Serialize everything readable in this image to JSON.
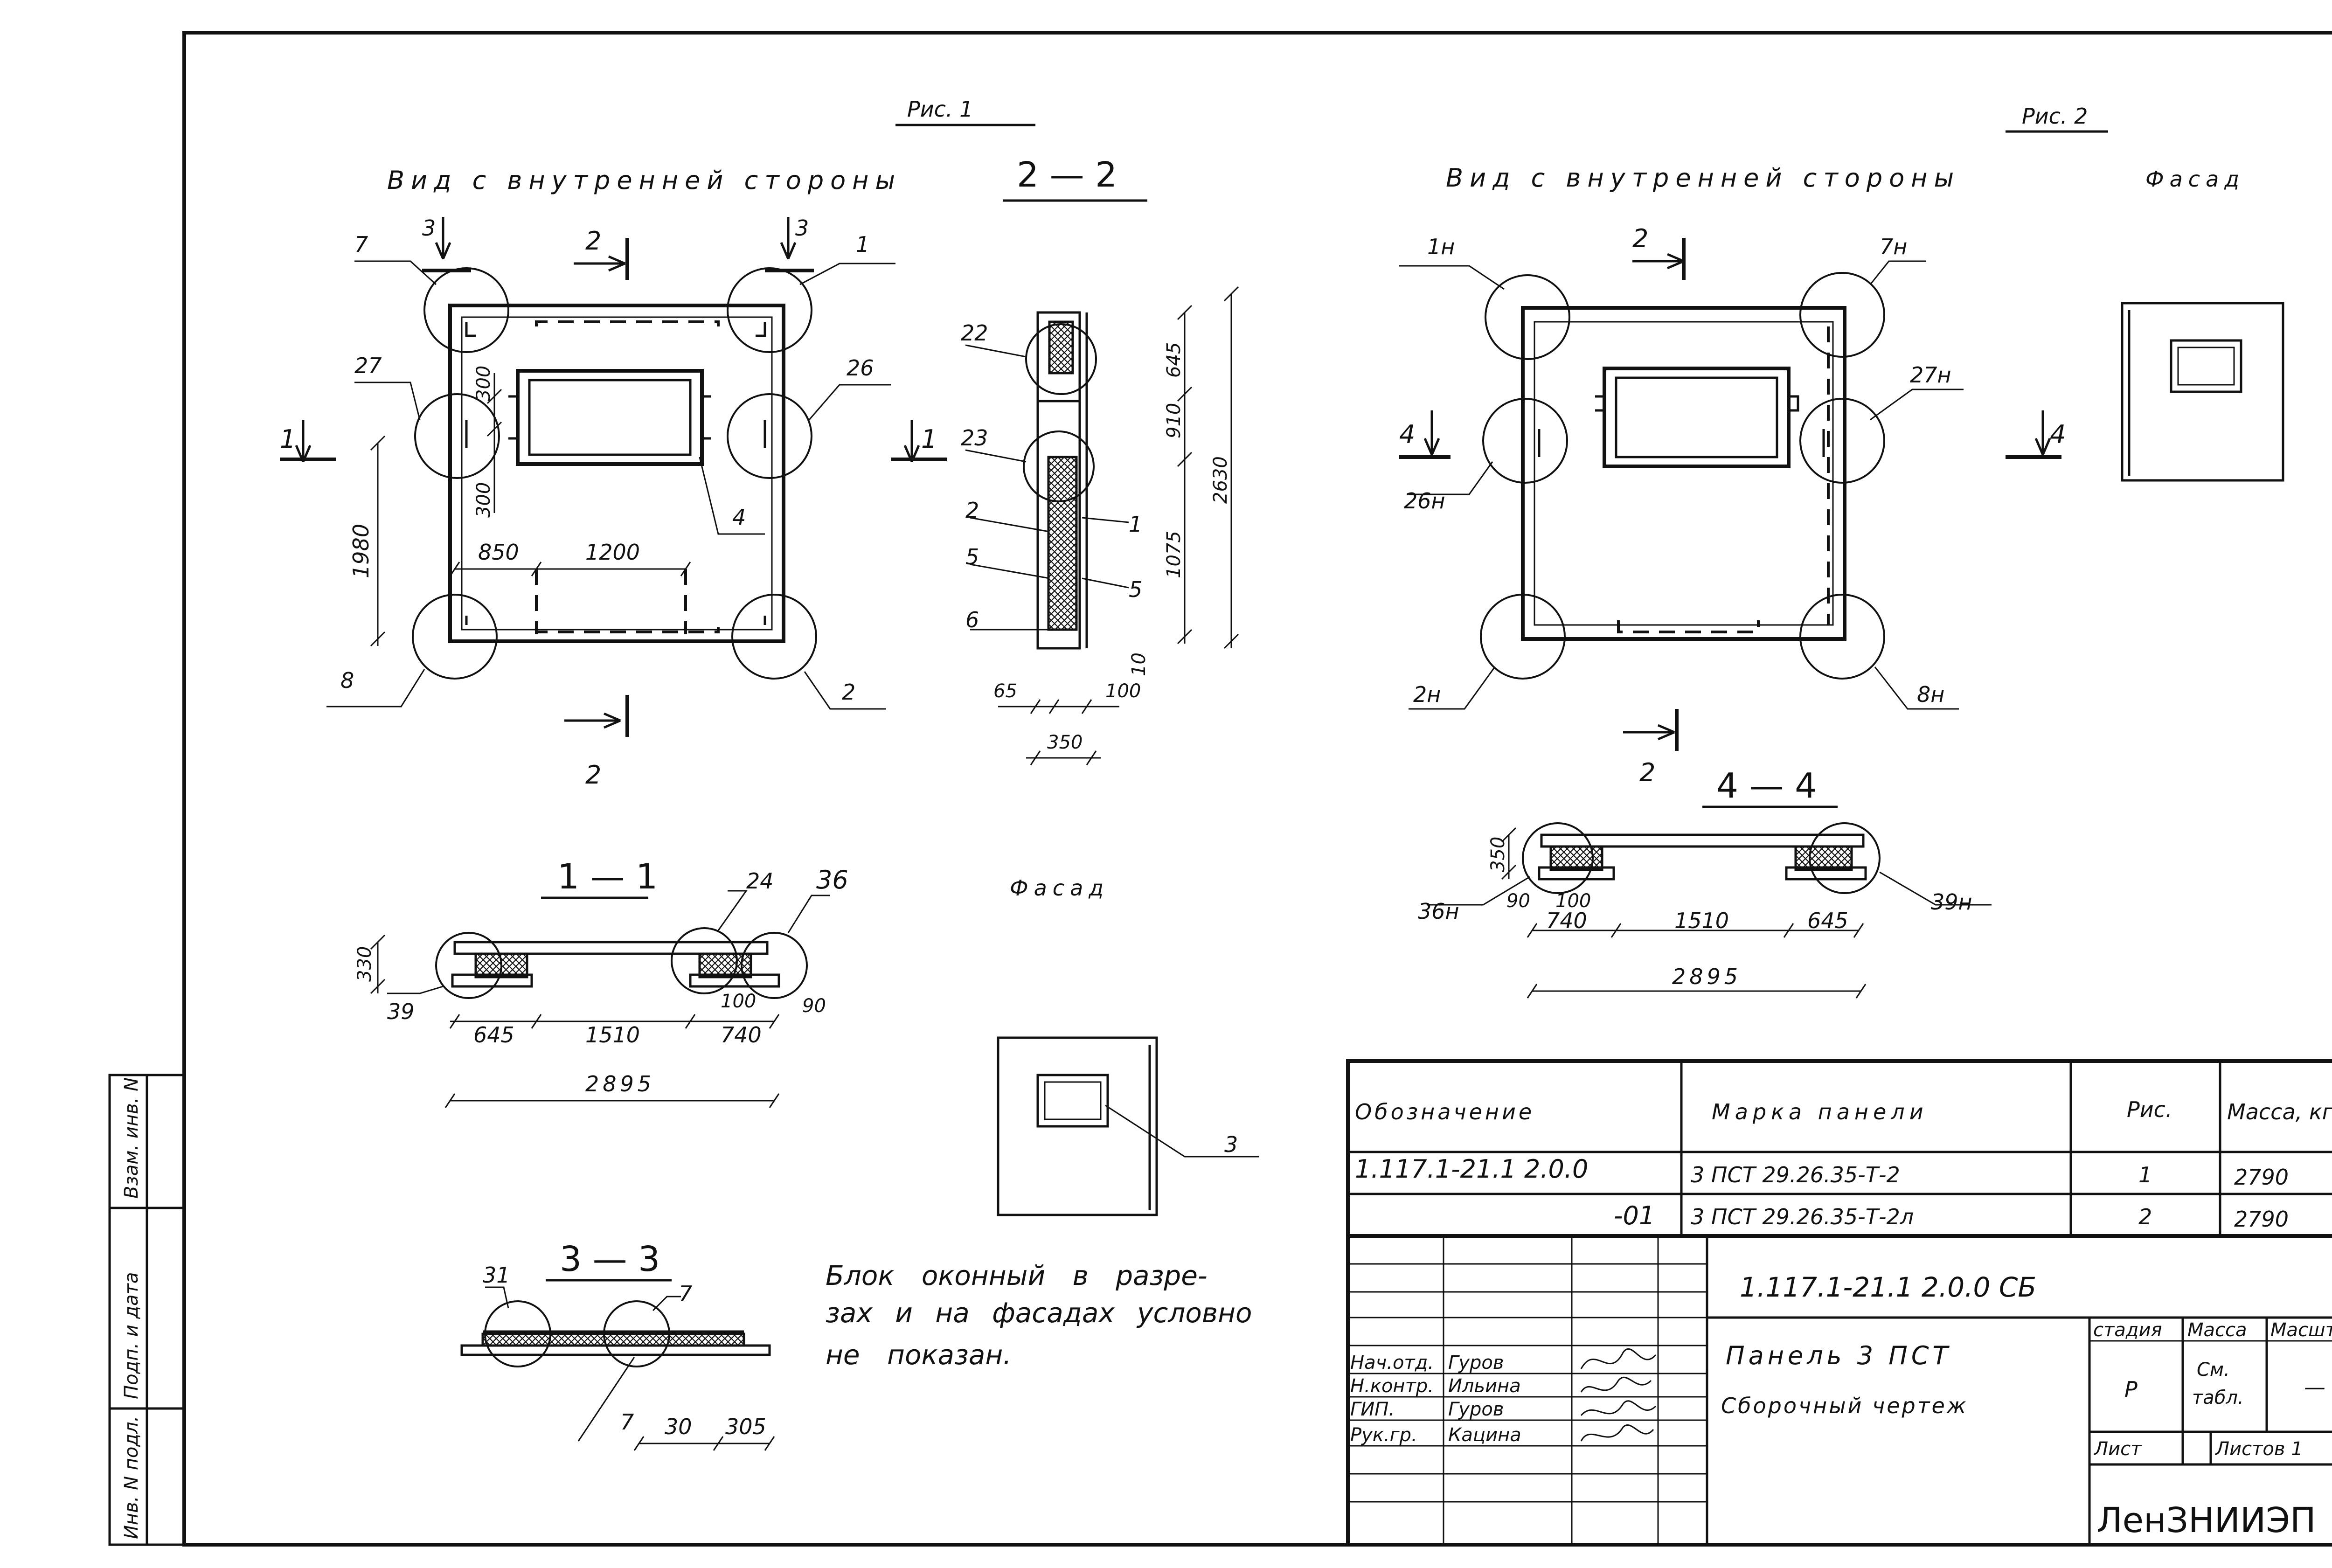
{
  "fig1": {
    "caption": "Рис. 1",
    "view_title": "Вид с внутренней стороны",
    "section_22_title": "2 — 2",
    "callouts": {
      "c7": "7",
      "c1": "1",
      "c27": "27",
      "c26": "26",
      "c8": "8",
      "c2": "2",
      "c4": "4"
    },
    "cut_marks": {
      "m3l": "3",
      "m3r": "3",
      "m2top": "2",
      "m2bot": "2",
      "m1l": "1",
      "m1r": "1"
    },
    "dims": {
      "d300a": "300",
      "d300b": "300",
      "d1980": "1980",
      "d850": "850",
      "d1200": "1200"
    },
    "section_callouts": {
      "c22": "22",
      "c23": "23",
      "c2": "2",
      "c5a": "5",
      "c6": "6",
      "c1": "1",
      "c5b": "5"
    },
    "section_dims": {
      "d645": "645",
      "d910": "910",
      "d1075": "1075",
      "d2630": "2630",
      "d10": "10",
      "d65": "65",
      "d100": "100",
      "d350": "350"
    },
    "facade_label": "Фасад",
    "facade_callout": "3"
  },
  "section_11": {
    "title": "1 — 1",
    "callouts": {
      "c24": "24",
      "c36": "36",
      "c39": "39"
    },
    "dims": {
      "d330": "330",
      "d100": "100",
      "d90": "90",
      "d645": "645",
      "d1510": "1510",
      "d740": "740",
      "d2895": "2895"
    }
  },
  "section_33": {
    "title": "3 — 3",
    "callouts": {
      "c31": "31",
      "c7a": "7",
      "c7b": "7"
    },
    "dims": {
      "d30": "30",
      "d305": "305"
    }
  },
  "note": {
    "line1": "Блок оконный в разре-",
    "line2": "зах и на фасадах условно",
    "line3": "не показан."
  },
  "fig2": {
    "caption": "Рис. 2",
    "view_title": "Вид с внутренней стороны",
    "facade_label": "Фасад",
    "callouts": {
      "c1n": "1н",
      "c7n": "7н",
      "c27n": "27н",
      "c26n": "26н",
      "c2n": "2н",
      "c8n": "8н"
    },
    "cut_marks": {
      "m2top": "2",
      "m2bot": "2",
      "m4l": "4",
      "m4r": "4"
    }
  },
  "section_44": {
    "title": "4 — 4",
    "callouts": {
      "c36n": "36н",
      "c39n": "39н"
    },
    "dims": {
      "d350": "350",
      "d90": "90",
      "d100": "100",
      "d740": "740",
      "d1510": "1510",
      "d645": "645",
      "d2895": "2895"
    }
  },
  "spec_table": {
    "headers": {
      "designation": "Обозначение",
      "mark": "Марка панели",
      "fig": "Рис.",
      "mass": "Масса, кг"
    },
    "rows": [
      {
        "designation": "1.117.1-21.1  2.0.0",
        "mark": "3 ПСТ 29.26.35-Т-2",
        "fig": "1",
        "mass": "2790"
      },
      {
        "designation": "-01",
        "mark": "3 ПСТ 29.26.35-Т-2л",
        "fig": "2",
        "mass": "2790"
      }
    ]
  },
  "title_block": {
    "code": "1.117.1-21.1  2.0.0 СБ",
    "name_line1": "Панель   3 ПСТ",
    "name_line2": "Сборочный   чертеж",
    "stage_header": "стадия",
    "mass_header": "Масса",
    "scale_header": "Масштаб",
    "stage": "Р",
    "mass_l1": "См.",
    "mass_l2": "табл.",
    "scale": "—",
    "sheet_label": "Лист",
    "sheets_label": "Листов  1",
    "org": "ЛенЗНИИЭП",
    "signers": [
      {
        "role": "Нач.отд.",
        "name": "Гуров"
      },
      {
        "role": "Н.контр.",
        "name": "Ильина"
      },
      {
        "role": "ГИП.",
        "name": "Гуров"
      },
      {
        "role": "Рук.гр.",
        "name": "Кацина"
      }
    ]
  },
  "side_stamp": [
    "Инв. N подл.",
    "Подп. и дата",
    "Взам. инв. N"
  ]
}
